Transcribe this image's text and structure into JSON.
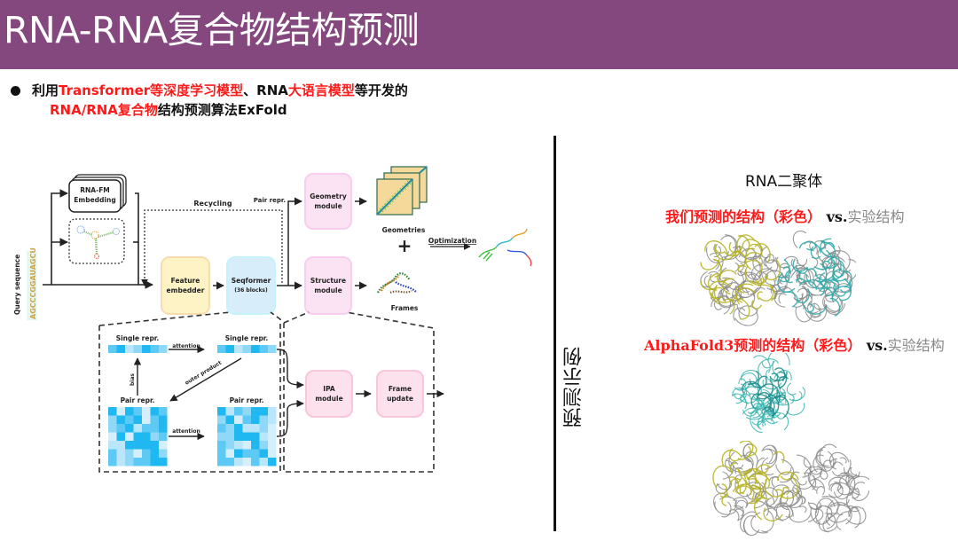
{
  "header": {
    "title": "RNA-RNA复合物结构预测",
    "background_color": "#84487e"
  },
  "bullet": {
    "line1": [
      {
        "text": "利用",
        "style": "dark"
      },
      {
        "text": "Transformer等深度学习模型",
        "style": "red"
      },
      {
        "text": "、RNA",
        "style": "dark"
      },
      {
        "text": "大语言模型",
        "style": "red"
      },
      {
        "text": "等开发的",
        "style": "dark"
      }
    ],
    "line2": [
      {
        "text": "RNA/RNA复合物",
        "style": "red"
      },
      {
        "text": "结构预测算法ExFold",
        "style": "dark"
      }
    ]
  },
  "diagram": {
    "query_label": "Query sequence",
    "query_sequence": "AGCCCGGAUAGCU",
    "rnafm_label_1": "RNA-FM",
    "rnafm_label_2": "Embedding",
    "recycling": "Recycling",
    "feature_embedder_1": "Feature",
    "feature_embedder_2": "embedder",
    "seqformer_1": "Seqformer",
    "seqformer_2": "(36 blocks)",
    "pair_repr_top": "Pair repr.",
    "geometry_module_1": "Geometry",
    "geometry_module_2": "module",
    "structure_module_1": "Structure",
    "structure_module_2": "module",
    "geometries": "Geometries",
    "frames": "Frames",
    "plus": "+",
    "optimization": "Optimization",
    "single_repr_left": "Single repr.",
    "single_repr_right": "Single repr.",
    "attention_top": "attention",
    "attention_bottom": "attention",
    "outer_product": "outer product",
    "bias": "bias",
    "pair_repr_left": "Pair repr.",
    "pair_repr_right": "Pair repr.",
    "ipa_module_1": "IPA",
    "ipa_module_2": "module",
    "frame_update_1": "Frame",
    "frame_update_2": "update",
    "colors": {
      "feature_fill": "#fdf3c4",
      "feature_border": "#f7dcae",
      "seqformer_fill": "#d7eefa",
      "seqformer_border": "#c4f3fa",
      "module_fill": "#fbe3f3",
      "module_border": "#f8cdf0",
      "ipa_fill": "#fde1ec",
      "ipa_border": "#f9c6da"
    }
  },
  "side_label": "预测示例",
  "right": {
    "title": "RNA二聚体",
    "caption1": {
      "red": "我们预测的结构（彩色）",
      "vs": " vs.",
      "gray": "实验结构"
    },
    "caption2": {
      "red": "AlphaFold3预测的结构（彩色）",
      "vs": " vs.",
      "gray": "实验结构"
    },
    "colors": {
      "yellow": "#b5b21e",
      "teal": "#2aa8a8",
      "gray": "#8a8a8a"
    }
  }
}
